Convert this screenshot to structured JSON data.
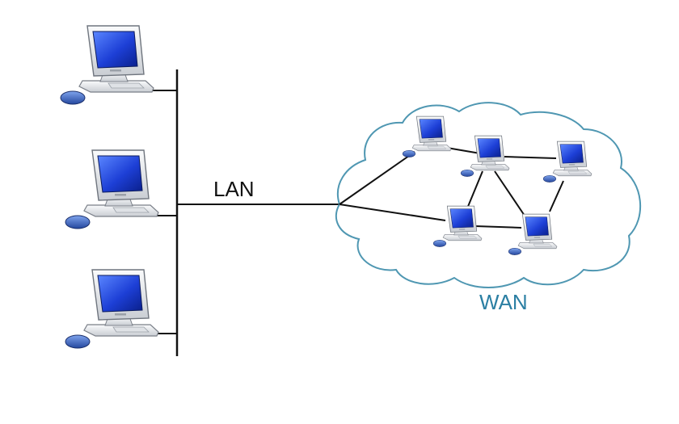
{
  "labels": {
    "lan": "LAN",
    "wan": "WAN"
  },
  "colors": {
    "line": "#111111",
    "cloud_stroke": "#4f97b2",
    "wan_text": "#2b7fa3",
    "lan_text": "#111111",
    "screen": "#1d3fd6",
    "body": "#e9ebee",
    "mouse": "#4a74c9"
  },
  "icons": {
    "computer": "desktop-computer-icon",
    "cloud": "wan-cloud"
  }
}
